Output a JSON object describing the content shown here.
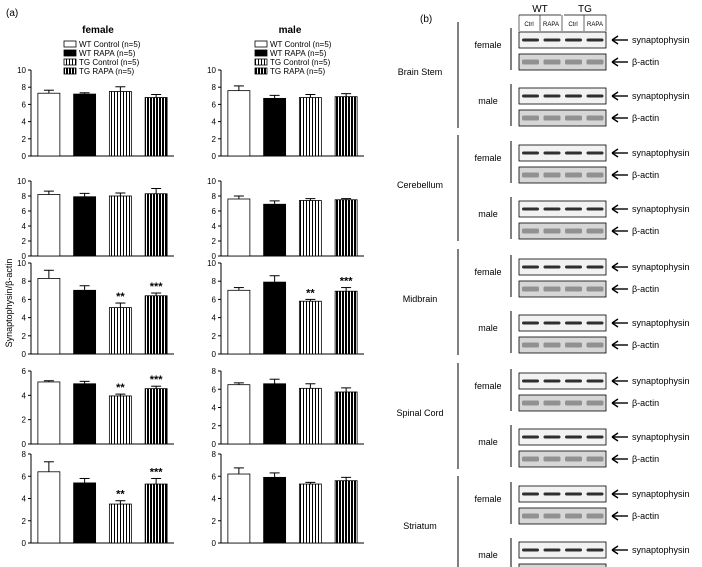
{
  "panel_a_label": "(a)",
  "panel_b_label": "(b)",
  "column_titles": [
    "female",
    "male"
  ],
  "ylabel": "Synaptophysin/β-actin",
  "legend": [
    {
      "label": "WT Control (n=5)",
      "pattern": "white"
    },
    {
      "label": "WT RAPA (n=5)",
      "pattern": "black"
    },
    {
      "label": "TG Control (n=5)",
      "pattern": "vstripe-thin"
    },
    {
      "label": "TG RAPA (n=5)",
      "pattern": "vstripe-bold"
    }
  ],
  "chart_data": [
    {
      "type": "bar",
      "sex": "female",
      "row": 0,
      "categories": [
        "WT Control",
        "WT RAPA",
        "TG Control",
        "TG RAPA"
      ],
      "values": [
        7.3,
        7.2,
        7.5,
        6.8
      ],
      "errors": [
        0.35,
        0.15,
        0.55,
        0.35
      ],
      "sig": [
        "",
        "",
        "",
        ""
      ],
      "ylim": [
        0,
        10
      ],
      "yticks": [
        0,
        2,
        4,
        6,
        8,
        10
      ]
    },
    {
      "type": "bar",
      "sex": "male",
      "row": 0,
      "categories": [
        "WT Control",
        "WT RAPA",
        "TG Control",
        "TG RAPA"
      ],
      "values": [
        7.6,
        6.7,
        6.8,
        6.9
      ],
      "errors": [
        0.55,
        0.35,
        0.35,
        0.35
      ],
      "sig": [
        "",
        "",
        "",
        ""
      ],
      "ylim": [
        0,
        10
      ],
      "yticks": [
        0,
        2,
        4,
        6,
        8,
        10
      ]
    },
    {
      "type": "bar",
      "sex": "female",
      "row": 1,
      "categories": [
        "WT Control",
        "WT RAPA",
        "TG Control",
        "TG RAPA"
      ],
      "values": [
        8.2,
        7.9,
        8.0,
        8.3
      ],
      "errors": [
        0.45,
        0.45,
        0.4,
        0.7
      ],
      "sig": [
        "",
        "",
        "",
        ""
      ],
      "ylim": [
        0,
        10
      ],
      "yticks": [
        0,
        2,
        4,
        6,
        8,
        10
      ]
    },
    {
      "type": "bar",
      "sex": "male",
      "row": 1,
      "categories": [
        "WT Control",
        "WT RAPA",
        "TG Control",
        "TG RAPA"
      ],
      "values": [
        7.6,
        6.9,
        7.4,
        7.5
      ],
      "errors": [
        0.4,
        0.45,
        0.25,
        0.15
      ],
      "sig": [
        "",
        "",
        "",
        ""
      ],
      "ylim": [
        0,
        10
      ],
      "yticks": [
        0,
        2,
        4,
        6,
        8,
        10
      ]
    },
    {
      "type": "bar",
      "sex": "female",
      "row": 2,
      "categories": [
        "WT Control",
        "WT RAPA",
        "TG Control",
        "TG RAPA"
      ],
      "values": [
        8.3,
        7.0,
        5.1,
        6.4
      ],
      "errors": [
        0.9,
        0.5,
        0.5,
        0.3
      ],
      "sig": [
        "",
        "",
        "**",
        "***"
      ],
      "ylim": [
        0,
        10
      ],
      "yticks": [
        0,
        2,
        4,
        6,
        8,
        10
      ]
    },
    {
      "type": "bar",
      "sex": "male",
      "row": 2,
      "categories": [
        "WT Control",
        "WT RAPA",
        "TG Control",
        "TG RAPA"
      ],
      "values": [
        7.0,
        7.9,
        5.8,
        6.9
      ],
      "errors": [
        0.3,
        0.7,
        0.2,
        0.4
      ],
      "sig": [
        "",
        "",
        "**",
        "***"
      ],
      "ylim": [
        0,
        10
      ],
      "yticks": [
        0,
        2,
        4,
        6,
        8,
        10
      ]
    },
    {
      "type": "bar",
      "sex": "female",
      "row": 3,
      "categories": [
        "WT Control",
        "WT RAPA",
        "TG Control",
        "TG RAPA"
      ],
      "values": [
        5.1,
        4.95,
        3.95,
        4.55
      ],
      "errors": [
        0.1,
        0.2,
        0.15,
        0.2
      ],
      "sig": [
        "",
        "",
        "**",
        "***"
      ],
      "ylim": [
        0,
        6
      ],
      "yticks": [
        0,
        2,
        4,
        6
      ]
    },
    {
      "type": "bar",
      "sex": "male",
      "row": 3,
      "categories": [
        "WT Control",
        "WT RAPA",
        "TG Control",
        "TG RAPA"
      ],
      "values": [
        6.5,
        6.6,
        6.1,
        5.7
      ],
      "errors": [
        0.2,
        0.5,
        0.5,
        0.45
      ],
      "sig": [
        "",
        "",
        "",
        ""
      ],
      "ylim": [
        0,
        8
      ],
      "yticks": [
        0,
        2,
        4,
        6,
        8
      ]
    },
    {
      "type": "bar",
      "sex": "female",
      "row": 4,
      "categories": [
        "WT Control",
        "WT RAPA",
        "TG Control",
        "TG RAPA"
      ],
      "values": [
        6.4,
        5.4,
        3.5,
        5.3
      ],
      "errors": [
        0.9,
        0.4,
        0.3,
        0.5
      ],
      "sig": [
        "",
        "",
        "**",
        "***"
      ],
      "ylim": [
        0,
        8
      ],
      "yticks": [
        0,
        2,
        4,
        6,
        8
      ]
    },
    {
      "type": "bar",
      "sex": "male",
      "row": 4,
      "categories": [
        "WT Control",
        "WT RAPA",
        "TG Control",
        "TG RAPA"
      ],
      "values": [
        6.2,
        5.9,
        5.3,
        5.6
      ],
      "errors": [
        0.55,
        0.4,
        0.15,
        0.3
      ],
      "sig": [
        "",
        "",
        "",
        ""
      ],
      "ylim": [
        0,
        8
      ],
      "yticks": [
        0,
        2,
        4,
        6,
        8
      ]
    }
  ],
  "blot": {
    "group_headers": [
      "WT",
      "TG"
    ],
    "lane_labels": [
      "Ctrl",
      "RAPA",
      "Ctrl",
      "RAPA"
    ],
    "regions": [
      {
        "name": "Brain Stem",
        "sexes": [
          "female",
          "male"
        ]
      },
      {
        "name": "Cerebellum",
        "sexes": [
          "female",
          "male"
        ]
      },
      {
        "name": "Midbrain",
        "sexes": [
          "female",
          "male"
        ]
      },
      {
        "name": "Spinal Cord",
        "sexes": [
          "female",
          "male"
        ]
      },
      {
        "name": "Striatum",
        "sexes": [
          "female",
          "male"
        ]
      }
    ],
    "protein_labels": [
      "synaptophysin",
      "β-actin"
    ]
  }
}
